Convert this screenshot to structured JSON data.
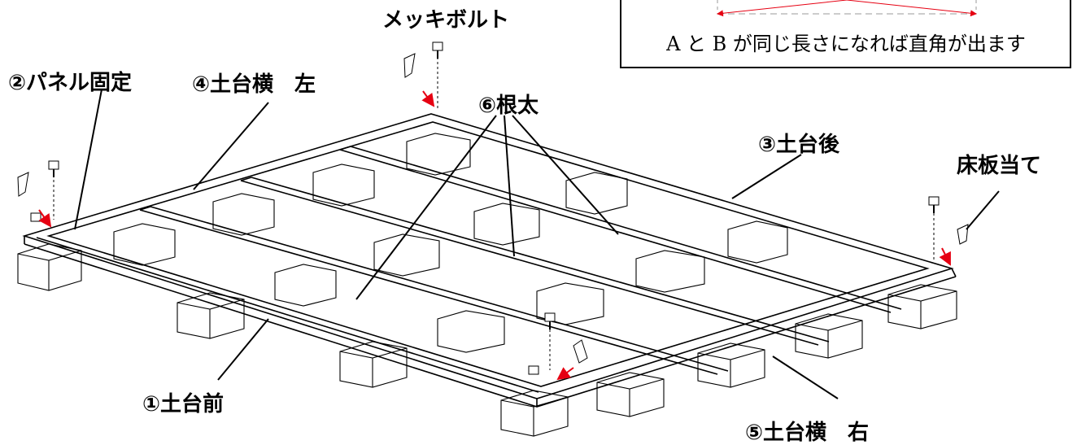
{
  "labels": {
    "bolt": "メッキボルト",
    "panel_fix": "②パネル固定",
    "base_left": "④土台横　左",
    "joist": "⑥根太",
    "base_back": "③土台後",
    "floor_plate": "床板当て",
    "base_front": "①土台前",
    "base_right": "⑤土台横　右"
  },
  "note": {
    "text": "A と B が同じ長さになれば直角が出ます"
  },
  "colors": {
    "arrow": "#e60012",
    "line": "#000000"
  }
}
